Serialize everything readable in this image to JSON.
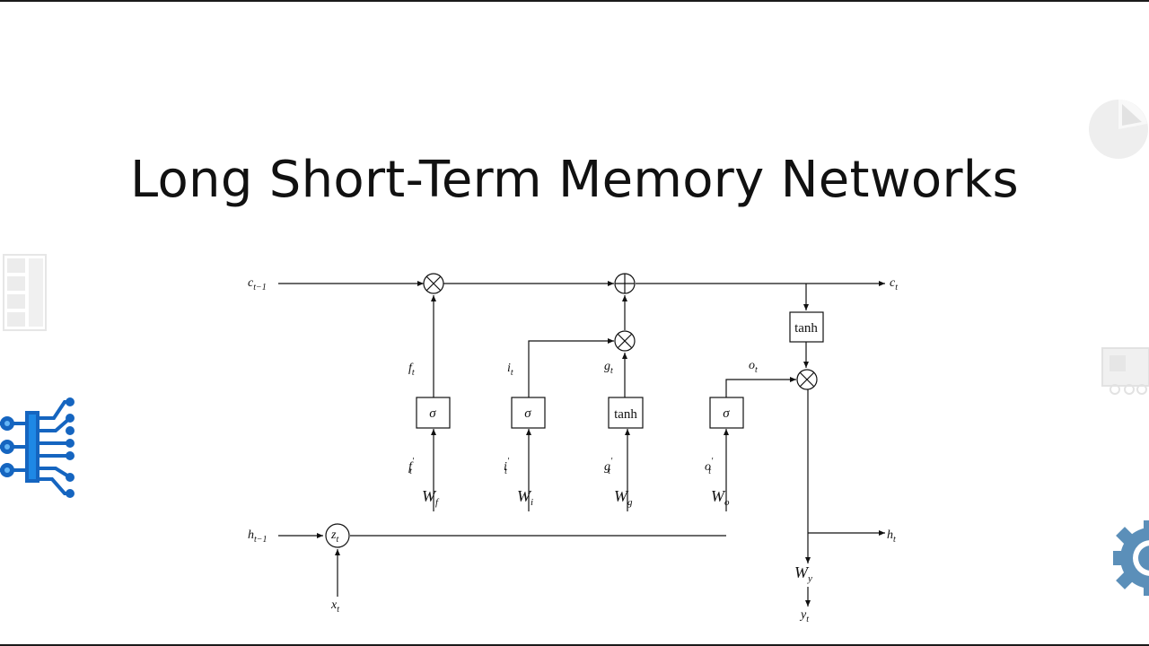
{
  "slide": {
    "title": "Long Short-Term Memory Networks"
  },
  "diagram": {
    "inputs": {
      "c_prev": {
        "main": "c",
        "sub": "t−1"
      },
      "h_prev": {
        "main": "h",
        "sub": "t−1"
      },
      "x": {
        "main": "x",
        "sub": "t"
      },
      "z": {
        "main": "z",
        "sub": "t"
      }
    },
    "outputs": {
      "c": {
        "main": "c",
        "sub": "t"
      },
      "h": {
        "main": "h",
        "sub": "t"
      },
      "y": {
        "main": "y",
        "sub": "t"
      }
    },
    "gates": {
      "f": {
        "activation": "σ",
        "out": "f",
        "out_sub": "t",
        "pre": "f",
        "pre_sub": "t",
        "weight": "W",
        "weight_sub": "f"
      },
      "i": {
        "activation": "σ",
        "out": "i",
        "out_sub": "t",
        "pre": "i",
        "pre_sub": "t",
        "weight": "W",
        "weight_sub": "i"
      },
      "g": {
        "activation": "tanh",
        "out": "g",
        "out_sub": "t",
        "pre": "g",
        "pre_sub": "t",
        "weight": "W",
        "weight_sub": "g"
      },
      "o": {
        "activation": "σ",
        "out": "o",
        "out_sub": "t",
        "pre": "o",
        "pre_sub": "t",
        "weight": "W",
        "weight_sub": "o"
      }
    },
    "cell_tanh": "tanh",
    "output_weight": {
      "main": "W",
      "sub": "y"
    },
    "prime": "′"
  },
  "colors": {
    "line": "#111111",
    "accent_blue": "#1565c0",
    "deco_gray": "#e6e6e6"
  },
  "decorations": [
    "filing-cabinet-icon",
    "circuit-icon",
    "pie-chart-icon",
    "train-icon",
    "gear-icon"
  ]
}
